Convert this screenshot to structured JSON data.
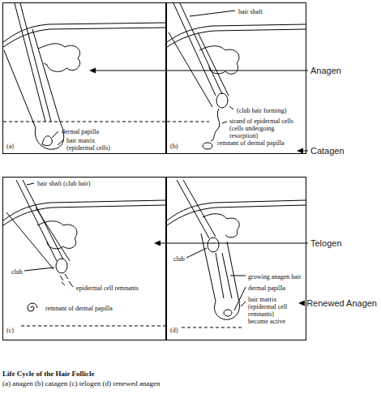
{
  "diagram": {
    "caption": "Life Cycle of the Hair Follicle",
    "nodes": [
      {
        "text": [
          "(a)",
          "dermal papilla",
          "hair matrix (epidermal cells)"
        ]
      },
      {
        "text": [
          "(b)",
          "hair shaft",
          "(club hair forming)",
          "strand of epidermal cells (cells undergoing resorption)",
          "remnant of dermal papilla"
        ]
      },
      {
        "text": [
          "(c)",
          "hair shaft (club hair)",
          "club",
          "epidermal cell remnants",
          "remnant of dermal papilla"
        ]
      },
      {
        "text": [
          "(d)",
          "club",
          "growing anagen hair",
          "dermal papilla",
          "hair matrix (epidermal cell remnants) become active"
        ]
      }
    ],
    "labels": [
      "Anagen",
      "Catagen",
      "Telogen",
      "Renewed Anagen",
      "(a) anagen (b) catagen (c) telogen (d) renewed anagen"
    ]
  }
}
